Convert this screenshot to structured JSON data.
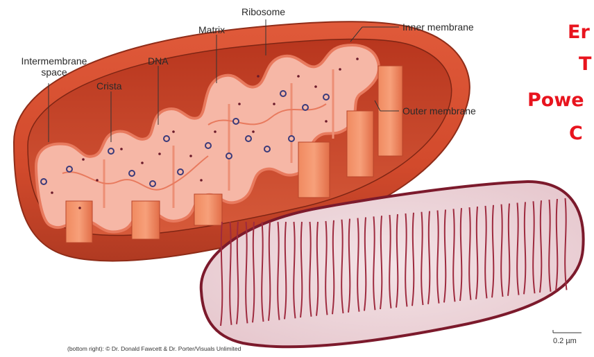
{
  "diagram": {
    "labels": {
      "ribosome": "Ribosome",
      "matrix": "Matrix",
      "inner_membrane": "Inner membrane",
      "intermembrane_space_line1": "Intermembrane",
      "intermembrane_space_line2": "space",
      "dna": "DNA",
      "crista": "Crista",
      "outer_membrane": "Outer membrane"
    },
    "title_lines": [
      "Er",
      "T",
      "Powe",
      "C"
    ],
    "credit": "(bottom right): © Dr. Donald Fawcett & Dr. Porter/Visuals Unlimited",
    "scale_bar": "0.2 µm"
  },
  "colors": {
    "title": "#e8141e",
    "outer_membrane": "#c8442a",
    "inner_membrane": "#e8735a",
    "matrix": "#f6b7a6",
    "micrograph": "#9e2a3e"
  }
}
